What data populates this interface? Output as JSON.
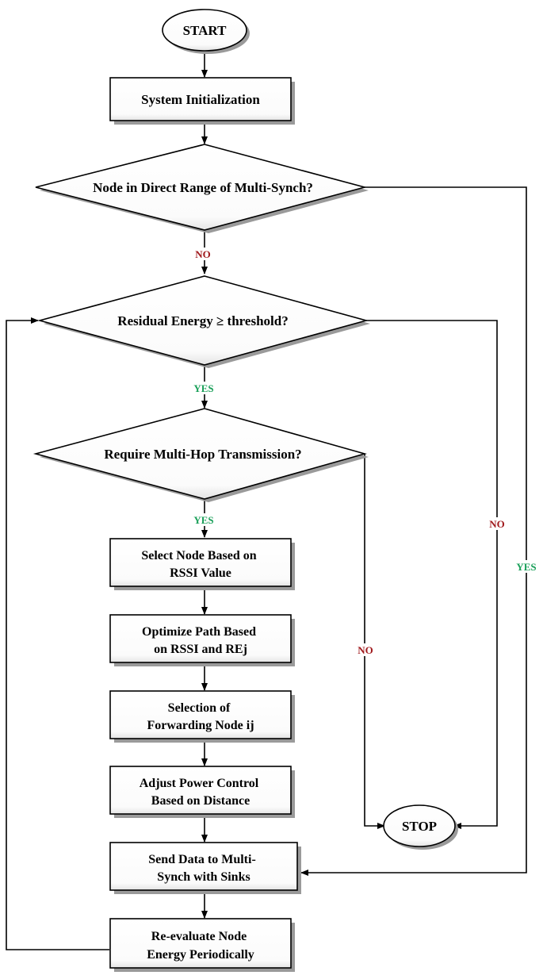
{
  "terminals": {
    "start": "START",
    "stop": "STOP"
  },
  "steps": {
    "init": "System Initialization",
    "select_node": [
      "Select Node Based on",
      "RSSI Value"
    ],
    "optimize_path": [
      "Optimize Path Based",
      "on RSSI and REj"
    ],
    "selection_forwarding": [
      "Selection of",
      "Forwarding Node ij"
    ],
    "adjust_power": [
      "Adjust Power Control",
      "Based on Distance"
    ],
    "send_data": [
      "Send Data to Multi-",
      "Synch with Sinks"
    ],
    "reevaluate": [
      "Re-evaluate Node",
      "Energy Periodically"
    ]
  },
  "decisions": {
    "direct_range": "Node in Direct Range of Multi-Synch?",
    "residual_energy": "Residual Energy ≥  threshold?",
    "multi_hop": "Require Multi-Hop Transmission?"
  },
  "branch_labels": {
    "direct_range_no": "NO",
    "direct_range_yes": "YES",
    "residual_energy_yes": "YES",
    "residual_energy_no": "NO",
    "multi_hop_yes": "YES",
    "multi_hop_no": "NO"
  },
  "colors": {
    "no": "#a0191c",
    "yes": "#1ba05a",
    "node_fill": "#ffffff",
    "shadow": "#9a9a9a",
    "line": "#000000"
  }
}
